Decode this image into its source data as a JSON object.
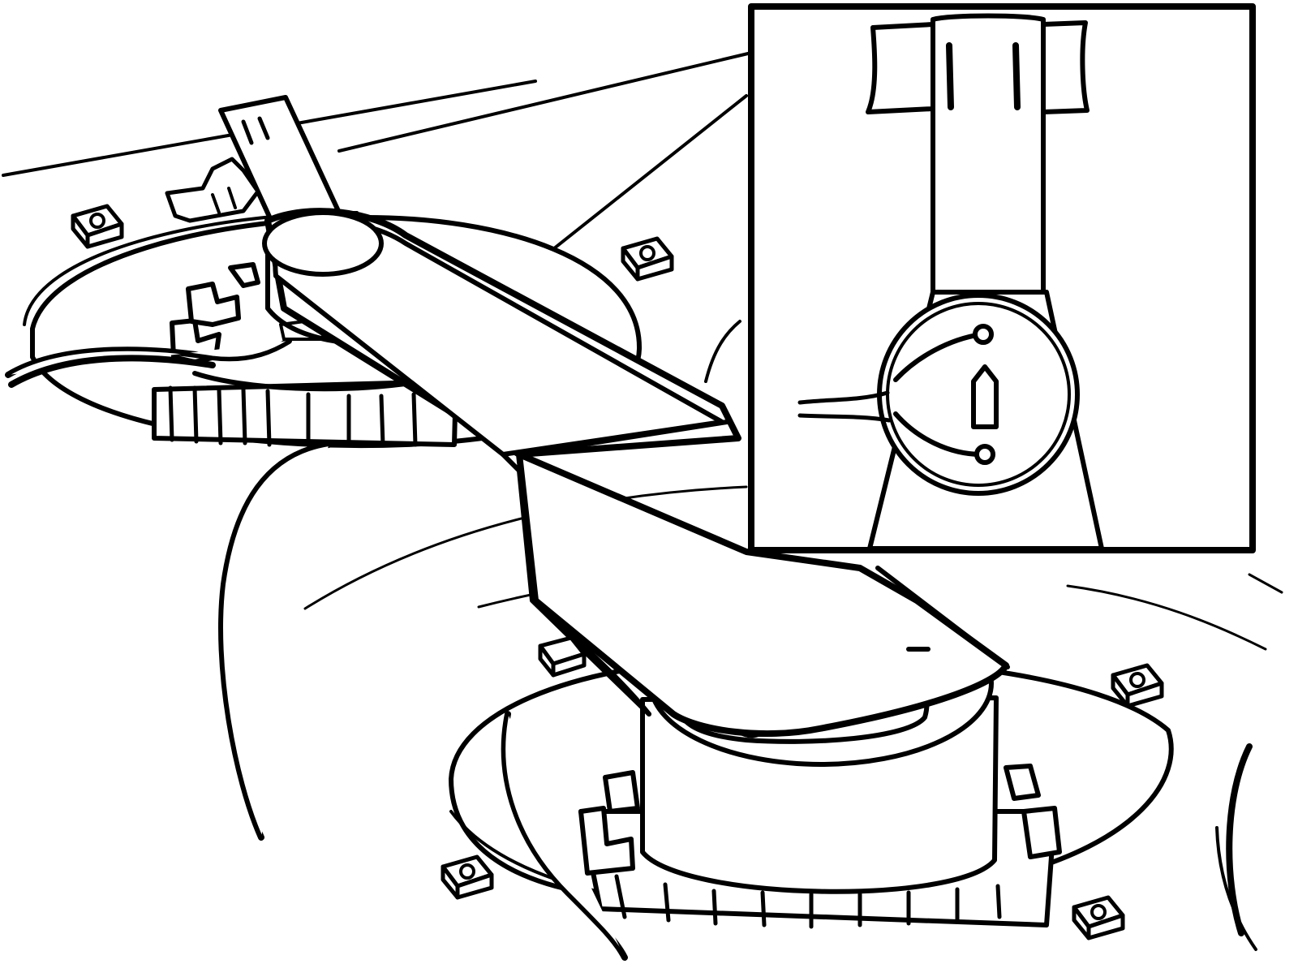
{
  "figure": {
    "type": "technical line illustration",
    "ink_color": "#000000",
    "paper_color": "#ffffff",
    "parts": [
      "tank-top-panel",
      "fuel-pump-module-rear",
      "fuel-pump-module-front",
      "lock-ring-rear",
      "lock-ring-front",
      "removal-tool",
      "fuel-line-rear",
      "fuel-line-front",
      "mounting-nut",
      "detail-inset"
    ],
    "inset": {
      "shows": "tool-alignment-marks",
      "marks": [
        "alignment-line-left",
        "alignment-line-right",
        "arrow-mark",
        "lock-pin-top",
        "lock-pin-bottom"
      ]
    }
  }
}
